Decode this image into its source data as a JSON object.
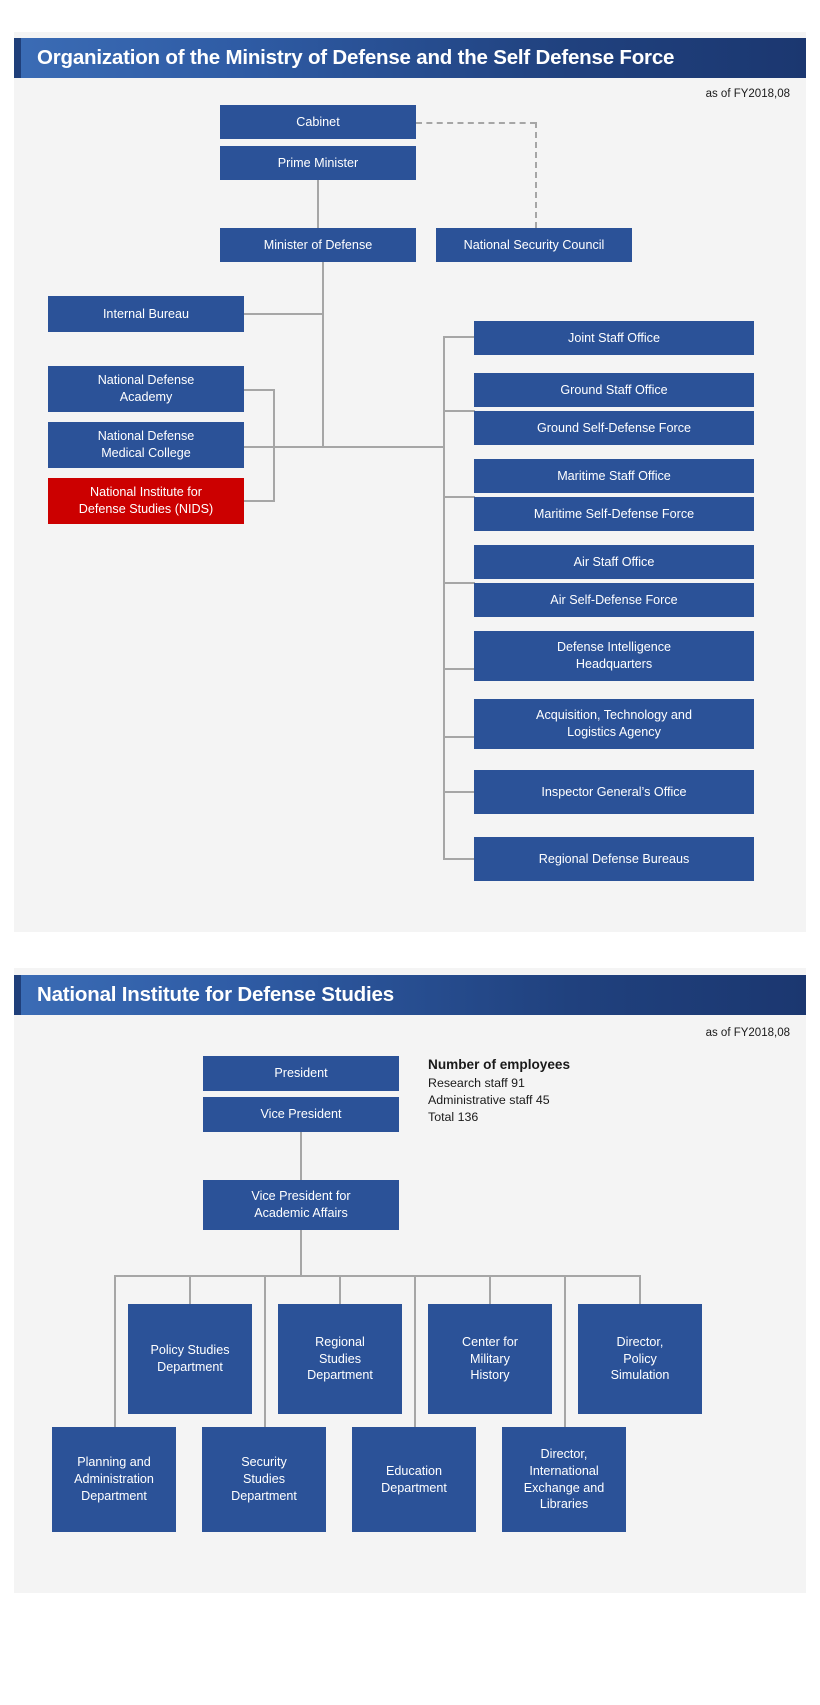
{
  "sections": [
    {
      "title": "Organization of the Ministry of Defense and the Self Defense Force",
      "asof": "as of FY2018,08"
    },
    {
      "title": "National Institute for Defense Studies",
      "asof": "as of FY2018,08"
    }
  ],
  "mod": {
    "cabinet": "Cabinet",
    "prime_minister": "Prime Minister",
    "minister_of_defense": "Minister of Defense",
    "national_security_council": "National Security Council",
    "internal_bureau": "Internal Bureau",
    "national_defense_academy": "National Defense\nAcademy",
    "national_defense_academy_l1": "National Defense",
    "national_defense_academy_l2": "Academy",
    "national_defense_medical_college_l1": "National Defense",
    "national_defense_medical_college_l2": "Medical College",
    "nids_l1": "National Institute for",
    "nids_l2": "Defense Studies (NIDS)",
    "joint_staff_office": "Joint Staff Office",
    "ground_staff_office": "Ground Staff Office",
    "ground_self_defense_force": "Ground Self-Defense Force",
    "maritime_staff_office": "Maritime Staff Office",
    "maritime_self_defense_force": "Maritime Self-Defense Force",
    "air_staff_office": "Air Staff Office",
    "air_self_defense_force": "Air Self-Defense Force",
    "defense_intelligence_hq_l1": "Defense Intelligence",
    "defense_intelligence_hq_l2": "Headquarters",
    "atla_l1": "Acquisition, Technology and",
    "atla_l2": "Logistics Agency",
    "inspector_general_office": "Inspector General’s Office",
    "regional_defense_bureaus": "Regional Defense Bureaus"
  },
  "nids": {
    "president": "President",
    "vice_president": "Vice President",
    "vp_academic_l1": "Vice President for",
    "vp_academic_l2": "Academic Affairs",
    "employees": {
      "heading": "Number of employees",
      "research": "Research staff 91",
      "administrative": "Administrative staff 45",
      "total": "Total 136"
    },
    "departments_upper": [
      {
        "l1": "Policy Studies",
        "l2": "Department",
        "l3": ""
      },
      {
        "l1": "Regional",
        "l2": "Studies",
        "l3": "Department"
      },
      {
        "l1": "Center for",
        "l2": "Military",
        "l3": "History"
      },
      {
        "l1": "Director,",
        "l2": "Policy",
        "l3": "Simulation"
      }
    ],
    "departments_lower": [
      {
        "l1": "Planning and",
        "l2": "Administration",
        "l3": "Department",
        "l4": ""
      },
      {
        "l1": "Security",
        "l2": "Studies",
        "l3": "Department",
        "l4": ""
      },
      {
        "l1": "Education",
        "l2": "Department",
        "l3": "",
        "l4": ""
      },
      {
        "l1": "Director,",
        "l2": "International",
        "l3": "Exchange and",
        "l4": "Libraries"
      }
    ]
  },
  "colors": {
    "box_blue": "#2b5298",
    "box_red": "#cc0000",
    "line_grey": "#a6a6a6",
    "panel_bg": "#f4f4f4",
    "title_left": "#3b6cb5",
    "title_right": "#1b3770"
  }
}
